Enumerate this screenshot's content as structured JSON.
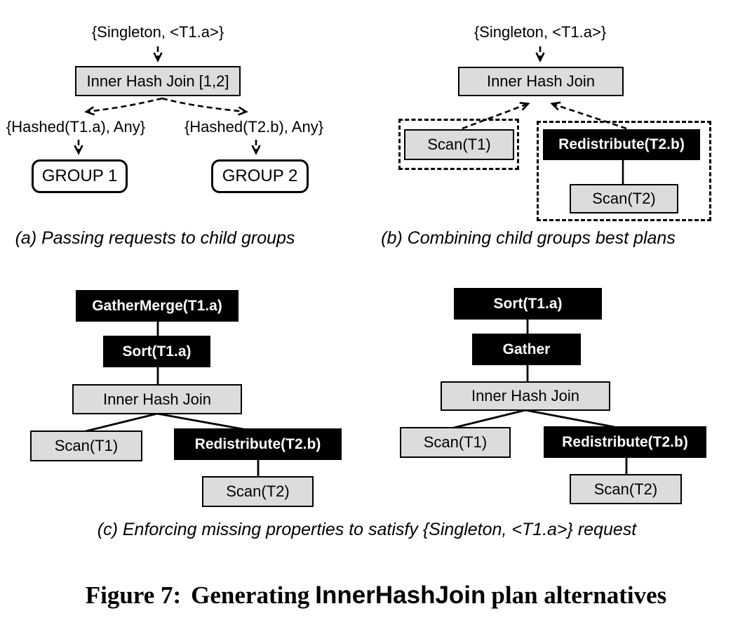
{
  "panel_a": {
    "caption": "(a) Passing requests to child groups",
    "request_label": "{Singleton, <T1.a>}",
    "root_node": "Inner Hash Join [1,2]",
    "left_request": "{Hashed(T1.a), Any}",
    "right_request": "{Hashed(T2.b), Any}",
    "left_group": "GROUP 1",
    "right_group": "GROUP 2"
  },
  "panel_b": {
    "caption": "(b) Combining child groups best plans",
    "request_label": "{Singleton, <T1.a>}",
    "root_node": "Inner Hash Join",
    "group1_plan": "Scan(T1)",
    "group2_plan_top": "Redistribute(T2.b)",
    "group2_plan_child": "Scan(T2)"
  },
  "panel_c": {
    "caption": "(c) Enforcing missing properties to satisfy {Singleton, <T1.a>} request",
    "left_tree": {
      "root": "GatherMerge(T1.a)",
      "enforcer": "Sort(T1.a)",
      "join": "Inner Hash Join",
      "scan1": "Scan(T1)",
      "redistribute": "Redistribute(T2.b)",
      "scan2": "Scan(T2)"
    },
    "right_tree": {
      "root": "Sort(T1.a)",
      "enforcer": "Gather",
      "join": "Inner Hash Join",
      "scan1": "Scan(T1)",
      "redistribute": "Redistribute(T2.b)",
      "scan2": "Scan(T2)"
    }
  },
  "figure_caption": {
    "prefix": "Figure 7:",
    "body_before": "Generating",
    "operator": "InnerHashJoin",
    "body_after": "plan alternatives"
  },
  "colors": {
    "node_fill_gray": "#dcdcdc",
    "node_fill_black": "#000000",
    "node_text_on_black": "#ffffff",
    "line": "#000000",
    "background": "#ffffff"
  }
}
